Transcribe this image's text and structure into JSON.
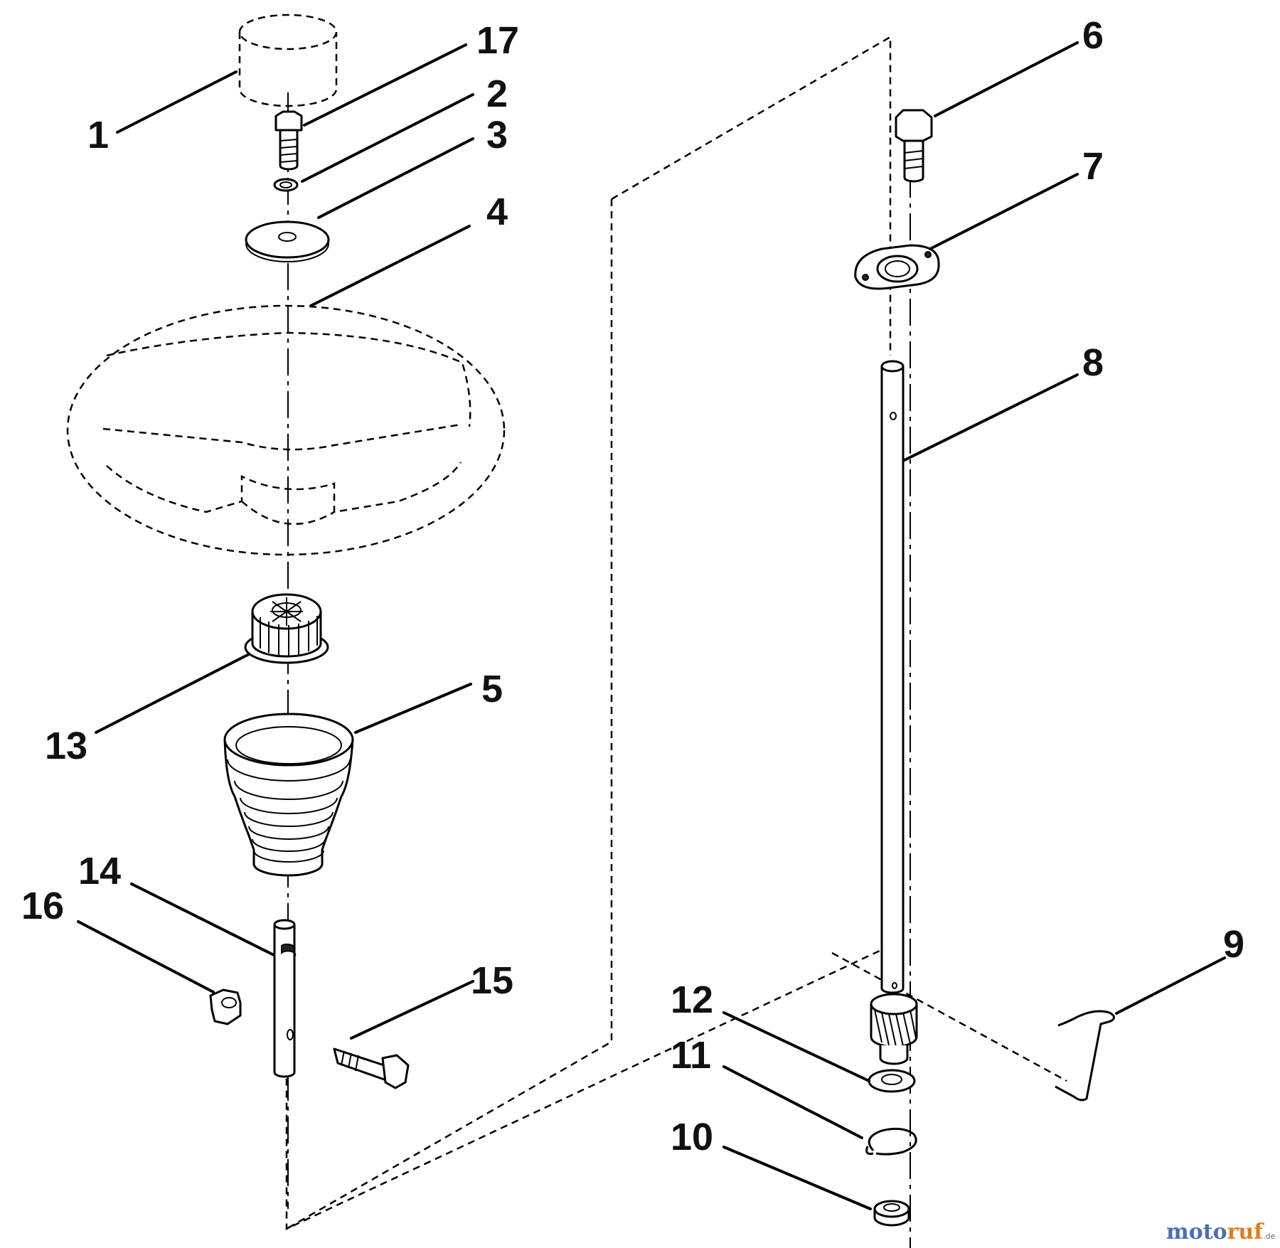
{
  "diagram": {
    "callouts": [
      {
        "id": "1",
        "label": "1"
      },
      {
        "id": "2",
        "label": "2"
      },
      {
        "id": "3",
        "label": "3"
      },
      {
        "id": "4",
        "label": "4"
      },
      {
        "id": "5",
        "label": "5"
      },
      {
        "id": "6",
        "label": "6"
      },
      {
        "id": "7",
        "label": "7"
      },
      {
        "id": "8",
        "label": "8"
      },
      {
        "id": "9",
        "label": "9"
      },
      {
        "id": "10",
        "label": "10"
      },
      {
        "id": "11",
        "label": "11"
      },
      {
        "id": "12",
        "label": "12"
      },
      {
        "id": "13",
        "label": "13"
      },
      {
        "id": "14",
        "label": "14"
      },
      {
        "id": "15",
        "label": "15"
      },
      {
        "id": "16",
        "label": "16"
      },
      {
        "id": "17",
        "label": "17"
      }
    ]
  },
  "watermark": {
    "part_a": "moto",
    "part_b": "ruf",
    "suffix": ".de"
  }
}
